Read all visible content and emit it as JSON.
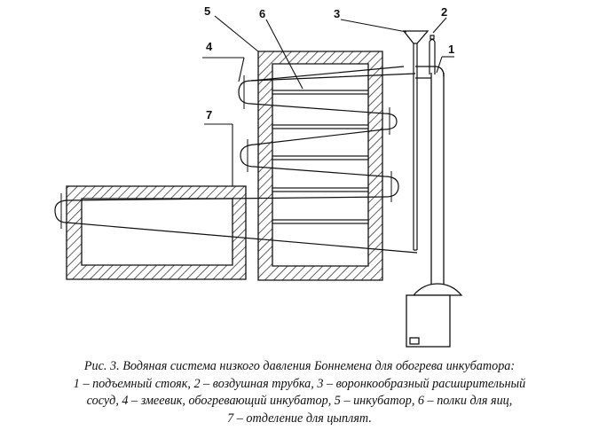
{
  "diagram": {
    "labels": [
      "1",
      "2",
      "3",
      "4",
      "5",
      "6",
      "7"
    ]
  },
  "caption": {
    "lines": [
      "Рис. 3. Водяная система низкого давления Боннемена для обогрева инкубатора:",
      "1 – подъемный стояк, 2 – воздушная трубка, 3 – воронкообразный расширительный",
      "сосуд, 4 – змеевик, обогревающий инкубатор, 5 – инкубатор, 6 – полки для яиц,",
      "7 – отделение для цыплят."
    ]
  }
}
